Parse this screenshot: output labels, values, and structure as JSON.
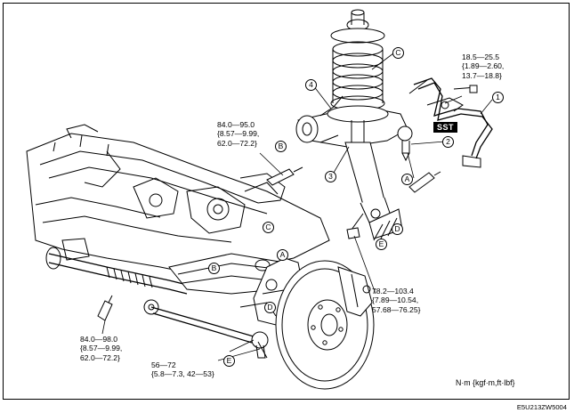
{
  "torque_callouts": [
    {
      "id": "upper-mount-bolt",
      "lines": [
        "18.5—25.5",
        "{1.89—2.60,",
        "13.7—18.8}"
      ]
    },
    {
      "id": "knuckle-bolt-top",
      "lines": [
        "84.0—95.0",
        "{8.57—9.99,",
        "62.0—72.2}"
      ]
    },
    {
      "id": "damper-lower-nut",
      "lines": [
        "78.2—103.4",
        "{7.89—10.54,",
        "57.68—76.25}"
      ]
    },
    {
      "id": "knuckle-bolt-lower",
      "lines": [
        "84.0—98.0",
        "{8.57—9.99,",
        "62.0—72.2}"
      ]
    },
    {
      "id": "tie-rod-nut",
      "lines": [
        "56—72",
        "{5.8—7.3, 42—53}"
      ]
    }
  ],
  "part_numbers": [
    "1",
    "2",
    "3",
    "4"
  ],
  "point_letters": [
    "A",
    "B",
    "C",
    "D",
    "E"
  ],
  "sst_label": "SST",
  "unit_note": "N·m {kgf·m,ft·lbf}",
  "figure_code": "E5U213ZW5004"
}
